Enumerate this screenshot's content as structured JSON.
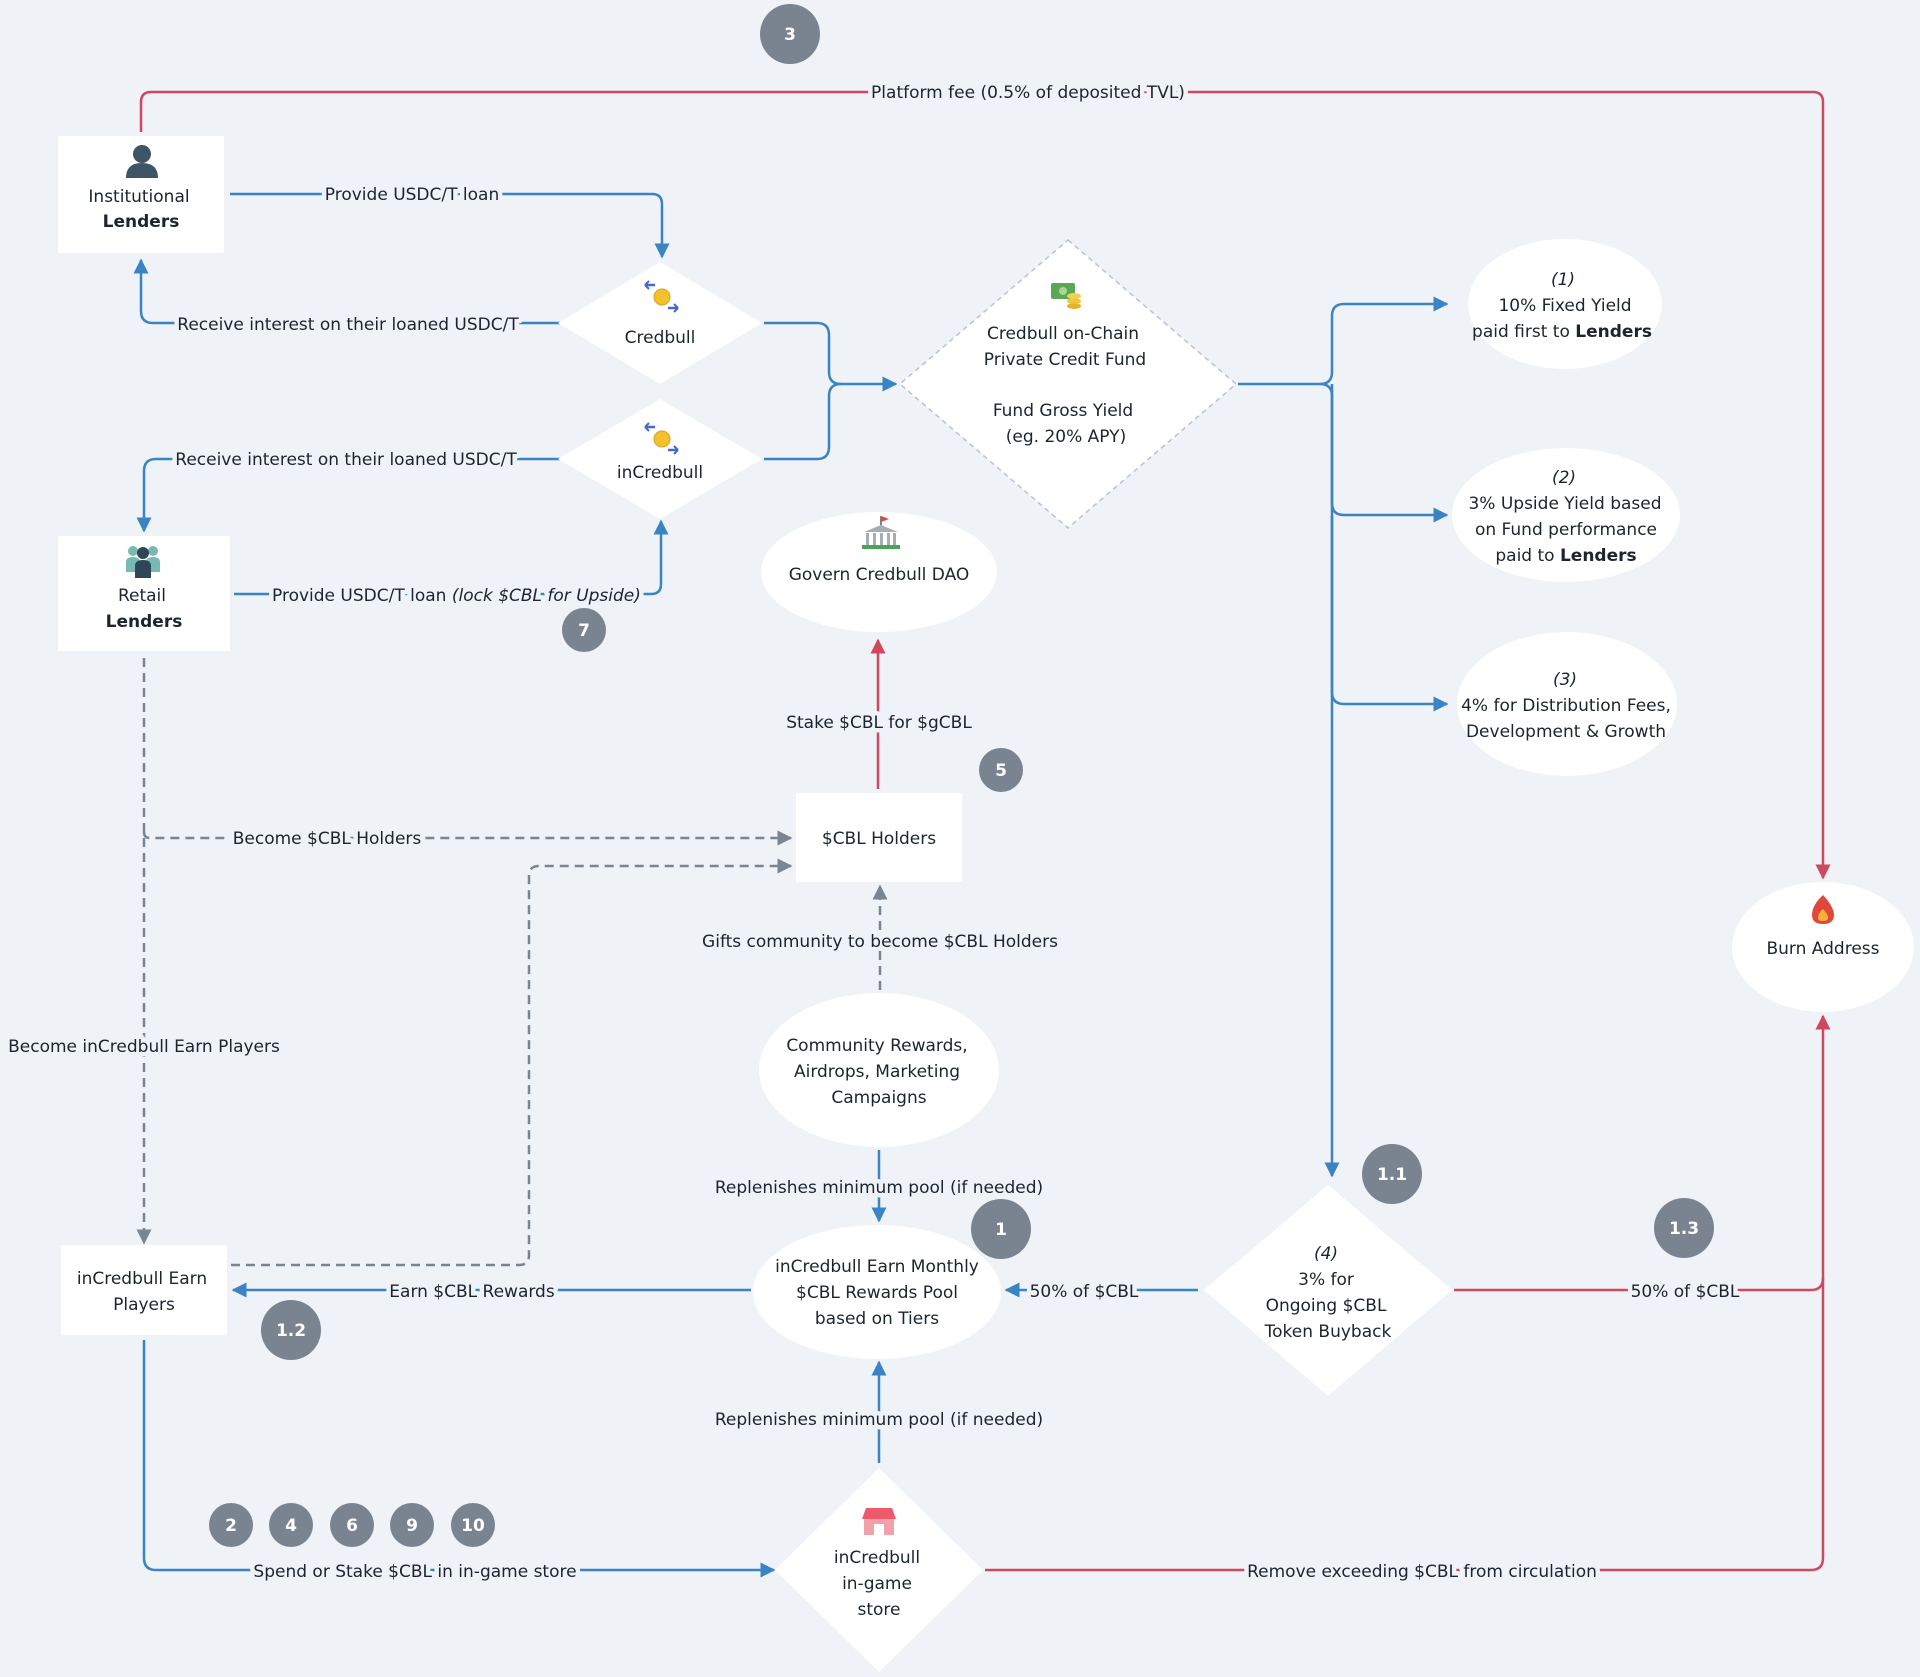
{
  "colors": {
    "blue": "#3b84c4",
    "red": "#cf4860",
    "gray": "#7b8592",
    "badge": "#7a8491",
    "background": "#eff2f6"
  },
  "nodes": {
    "institutional": {
      "line1": "Institutional",
      "line2": "Lenders",
      "icon": "person-icon"
    },
    "retail": {
      "line1": "Retail",
      "line2": "Lenders",
      "icon": "group-icon"
    },
    "credbull": {
      "label": "Credbull",
      "icon": "coin-exchange-icon"
    },
    "incredbull": {
      "label": "inCredbull",
      "icon": "coin-exchange-icon"
    },
    "fund": {
      "line1": "Credbull on-Chain",
      "line2": "Private Credit Fund",
      "line3": "Fund Gross Yield",
      "line4": "(eg. 20% APY)",
      "icon": "money-icon"
    },
    "yield1": {
      "num": "(1)",
      "line1": "10% Fixed Yield",
      "line2a": "paid first to ",
      "line2b": "Lenders"
    },
    "yield2": {
      "num": "(2)",
      "line1": "3% Upside Yield based",
      "line2": "on Fund performance",
      "line3a": "paid to ",
      "line3b": "Lenders"
    },
    "yield3": {
      "num": "(3)",
      "line1": "4% for Distribution Fees,",
      "line2": "Development & Growth"
    },
    "dao": {
      "label": "Govern Credbull DAO",
      "icon": "bank-icon"
    },
    "holders": {
      "label": "$CBL Holders"
    },
    "community": {
      "line1": "Community Rewards,",
      "line2": "Airdrops, Marketing",
      "line3": "Campaigns"
    },
    "pool": {
      "line1": "inCredbull Earn Monthly",
      "line2": "$CBL Rewards Pool",
      "line3": "based on Tiers"
    },
    "buyback": {
      "num": "(4)",
      "line1": "3% for",
      "line2": "Ongoing $CBL",
      "line3": "Token Buyback"
    },
    "earnplayers": {
      "line1": "inCredbull Earn",
      "line2": "Players"
    },
    "store": {
      "line1": "inCredbull",
      "line2": "in-game",
      "line3": "store",
      "icon": "store-icon"
    },
    "burn": {
      "label": "Burn Address",
      "icon": "fire-icon"
    }
  },
  "edges": {
    "platform_fee": "Platform fee (0.5% of deposited TVL)",
    "provide_loan_inst": "Provide USDC/T loan",
    "receive_interest_inst": "Receive interest on their loaned USDC/T",
    "receive_interest_retail": "Receive interest on their loaned USDC/T",
    "provide_loan_retail": "Provide USDC/T loan ",
    "provide_loan_retail_note": "(lock $CBL for Upside)",
    "become_holders": "Become $CBL Holders",
    "stake": "Stake $CBL for $gCBL",
    "gifts": "Gifts community to become $CBL Holders",
    "become_players": "Become inCredbull Earn Players",
    "replenish_top": "Replenishes minimum pool (if needed)",
    "replenish_bottom": "Replenishes minimum pool (if needed)",
    "earn_rewards": "Earn $CBL Rewards",
    "half_left": "50% of $CBL",
    "half_right": "50% of $CBL",
    "spend_stake": "Spend or Stake $CBL in in-game store",
    "remove_excess": "Remove exceeding $CBL from circulation"
  },
  "badges": [
    "3",
    "7",
    "5",
    "1",
    "1.1",
    "1.2",
    "1.3",
    "2",
    "4",
    "6",
    "9",
    "10"
  ]
}
